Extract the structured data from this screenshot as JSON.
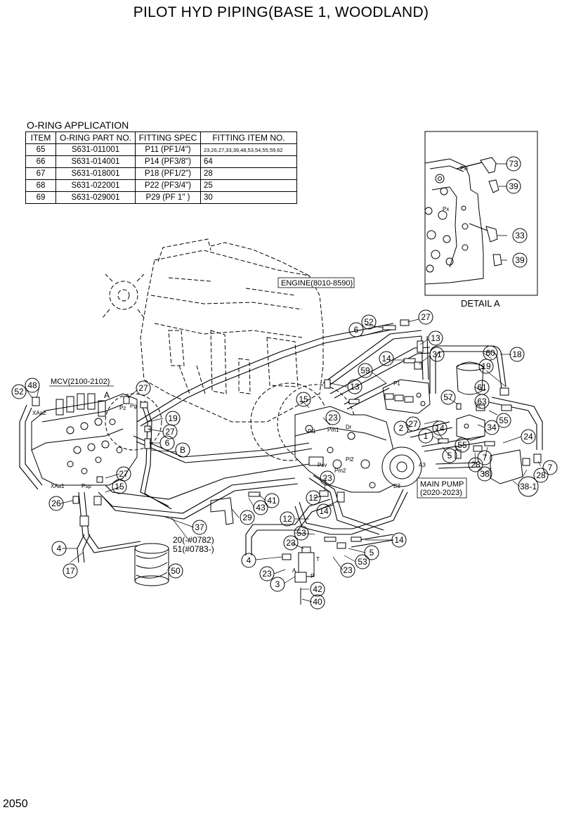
{
  "title": "PILOT HYD PIPING(BASE 1, WOODLAND)",
  "page_number": "2050",
  "oring_table": {
    "caption": "O-RING APPLICATION",
    "headers": [
      "ITEM",
      "O-RING PART NO.",
      "FITTING SPEC",
      "FITTING ITEM NO."
    ],
    "rows": [
      {
        "item": "65",
        "part": "S631-011001",
        "spec": "P11 (PF1/4\")",
        "fitting": "23,26,27,33,39,48,53,54,55,59,62"
      },
      {
        "item": "66",
        "part": "S631-014001",
        "spec": "P14 (PF3/8\")",
        "fitting": "64"
      },
      {
        "item": "67",
        "part": "S631-018001",
        "spec": "P18 (PF1/2\")",
        "fitting": "28"
      },
      {
        "item": "68",
        "part": "S631-022001",
        "spec": "P22 (PF3/4\")",
        "fitting": "25"
      },
      {
        "item": "69",
        "part": "S631-029001",
        "spec": "P29 (PF  1\" )",
        "fitting": "30"
      }
    ]
  },
  "labels": {
    "engine": "ENGINE(8010-8590)",
    "mcv": "MCV(2100-2102)",
    "main_pump_1": "MAIN PUMP",
    "main_pump_2": "(2020-2023)",
    "detail_a": "DETAIL A",
    "callout_20": "20(-#0782)",
    "callout_51": "51(#0783-)",
    "view_a": "A",
    "port_pw": "Pw",
    "port_px": "Px",
    "port_pz": "Pz",
    "port_pg": "Pg",
    "port_xaa2": "XAa2",
    "port_xaa1": "XAa1",
    "port_psp": "Psp",
    "port_pi1": "Pi1",
    "port_pi2": "Pi2",
    "port_pm1": "Pm1",
    "port_pm2": "Pm2",
    "port_psv": "Psv",
    "port_dr": "Dr",
    "port_a3": "A3",
    "port_b3": "B3",
    "port_p1": "P1",
    "port_t": "T",
    "port_p": "P",
    "port_a": "A"
  },
  "callouts": [
    {
      "n": "73"
    },
    {
      "n": "39"
    },
    {
      "n": "33"
    },
    {
      "n": "39"
    },
    {
      "n": "52"
    },
    {
      "n": "27"
    },
    {
      "n": "6"
    },
    {
      "n": "13"
    },
    {
      "n": "31"
    },
    {
      "n": "14"
    },
    {
      "n": "59"
    },
    {
      "n": "13"
    },
    {
      "n": "60"
    },
    {
      "n": "18"
    },
    {
      "n": "19"
    },
    {
      "n": "61"
    },
    {
      "n": "48"
    },
    {
      "n": "52"
    },
    {
      "n": "27"
    },
    {
      "n": "19"
    },
    {
      "n": "27"
    },
    {
      "n": "6"
    },
    {
      "n": "15"
    },
    {
      "n": "23"
    },
    {
      "n": "57"
    },
    {
      "n": "63"
    },
    {
      "n": "55"
    },
    {
      "n": "2"
    },
    {
      "n": "27"
    },
    {
      "n": "14"
    },
    {
      "n": "34"
    },
    {
      "n": "24"
    },
    {
      "n": "1"
    },
    {
      "n": "55"
    },
    {
      "n": "7"
    },
    {
      "n": "5"
    },
    {
      "n": "28"
    },
    {
      "n": "7"
    },
    {
      "n": "38"
    },
    {
      "n": "28"
    },
    {
      "n": "38-1"
    },
    {
      "n": "27"
    },
    {
      "n": "15"
    },
    {
      "n": "26"
    },
    {
      "n": "23"
    },
    {
      "n": "12"
    },
    {
      "n": "14"
    },
    {
      "n": "41"
    },
    {
      "n": "43"
    },
    {
      "n": "29"
    },
    {
      "n": "37"
    },
    {
      "n": "12"
    },
    {
      "n": "53"
    },
    {
      "n": "14"
    },
    {
      "n": "4"
    },
    {
      "n": "17"
    },
    {
      "n": "23"
    },
    {
      "n": "5"
    },
    {
      "n": "53"
    },
    {
      "n": "50"
    },
    {
      "n": "4"
    },
    {
      "n": "23"
    },
    {
      "n": "23"
    },
    {
      "n": "3"
    },
    {
      "n": "42"
    },
    {
      "n": "40"
    },
    {
      "n": "B"
    }
  ]
}
